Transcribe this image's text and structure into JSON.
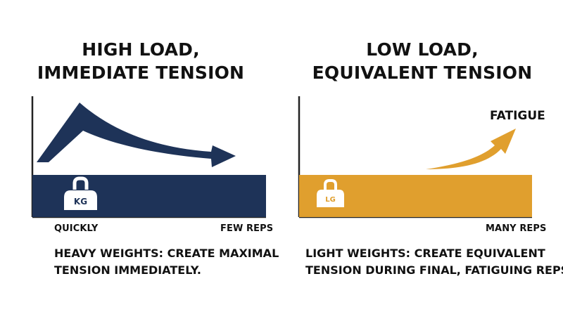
{
  "colors": {
    "navy": "#1e3358",
    "gold": "#e09f2e",
    "text": "#111111",
    "axis": "#222222"
  },
  "left_panel": {
    "title_line1": "HIGH LOAD,",
    "title_line2": "IMMEDIATE TENSION",
    "weight_label": "KG",
    "x_start_label": "QUICKLY",
    "x_end_label": "FEW REPS",
    "caption_line1": "HEAVY WEIGHTS: CREATE MAXIMAL",
    "caption_line2": "TENSION IMMEDIATELY."
  },
  "right_panel": {
    "title_line1": "LOW LOAD,",
    "title_line2": "EQUIVALENT TENSION",
    "weight_label": "LG",
    "arrow_label": "FATIGUE",
    "x_end_label": "MANY REPS",
    "caption_line1": "LIGHT WEIGHTS: CREATE EQUIVALENT",
    "caption_line2": "TENSION DURING FINAL, FATIGUING REPS."
  }
}
